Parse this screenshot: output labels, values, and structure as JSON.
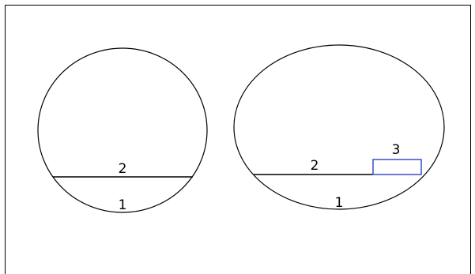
{
  "diagram": {
    "colors": {
      "line": "#000000",
      "highlight": "#3a4fc7",
      "background": "#ffffff"
    },
    "left_figure": {
      "upper_label": "2",
      "lower_label": "1"
    },
    "right_figure": {
      "upper_label": "2",
      "lower_label": "1",
      "box_label": "3"
    }
  }
}
